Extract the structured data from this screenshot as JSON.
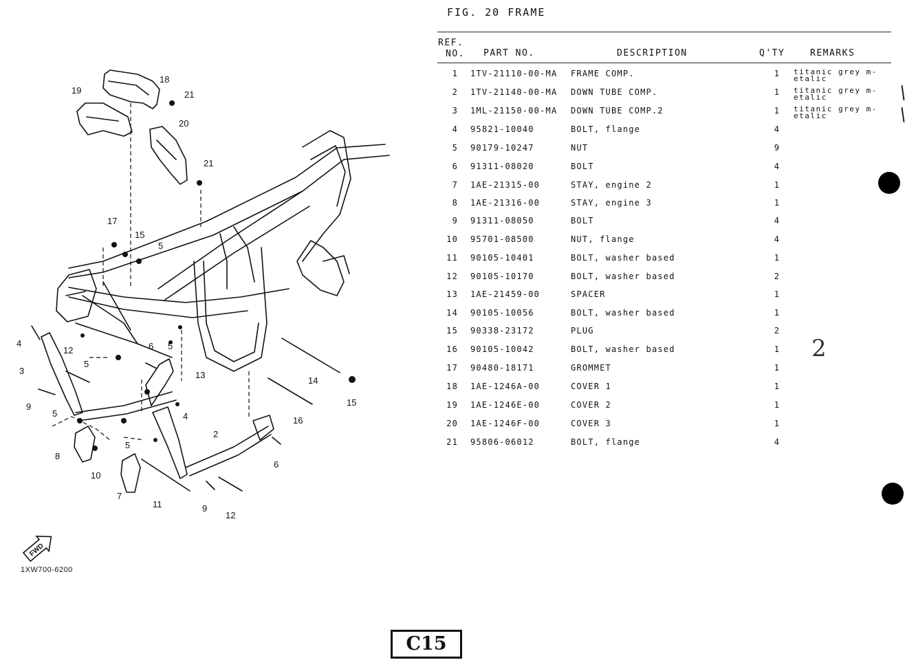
{
  "figure": {
    "title": "FIG. 20  FRAME",
    "diagram_code": "1XW700-6200",
    "fwd_label": "FWD"
  },
  "headers": {
    "ref_line1": "REF.",
    "ref_line2": "NO.",
    "part_no": "PART NO.",
    "description": "DESCRIPTION",
    "qty": "Q'TY",
    "remarks": "REMARKS"
  },
  "parts": [
    {
      "ref": "1",
      "part": "1TV-21110-00-MA",
      "desc": "FRAME COMP.",
      "qty": "1",
      "rem1": "titanic grey m-",
      "rem2": "etalic"
    },
    {
      "ref": "2",
      "part": "1TV-21140-00-MA",
      "desc": "DOWN TUBE COMP.",
      "qty": "1",
      "rem1": "titanic grey m-",
      "rem2": "etalic"
    },
    {
      "ref": "3",
      "part": "1ML-21150-00-MA",
      "desc": "DOWN TUBE COMP.2",
      "qty": "1",
      "rem1": "titanic grey m-",
      "rem2": "etalic"
    },
    {
      "ref": "4",
      "part": "95821-10040",
      "desc": "BOLT, flange",
      "qty": "4",
      "rem1": "",
      "rem2": ""
    },
    {
      "ref": "5",
      "part": "90179-10247",
      "desc": "NUT",
      "qty": "9",
      "rem1": "",
      "rem2": ""
    },
    {
      "ref": "6",
      "part": "91311-08020",
      "desc": "BOLT",
      "qty": "4",
      "rem1": "",
      "rem2": ""
    },
    {
      "ref": "7",
      "part": "1AE-21315-00",
      "desc": "STAY, engine 2",
      "qty": "1",
      "rem1": "",
      "rem2": ""
    },
    {
      "ref": "8",
      "part": "1AE-21316-00",
      "desc": "STAY, engine 3",
      "qty": "1",
      "rem1": "",
      "rem2": ""
    },
    {
      "ref": "9",
      "part": "91311-08050",
      "desc": "BOLT",
      "qty": "4",
      "rem1": "",
      "rem2": ""
    },
    {
      "ref": "10",
      "part": "95701-08500",
      "desc": "NUT, flange",
      "qty": "4",
      "rem1": "",
      "rem2": ""
    },
    {
      "ref": "11",
      "part": "90105-10401",
      "desc": "BOLT, washer based",
      "qty": "1",
      "rem1": "",
      "rem2": ""
    },
    {
      "ref": "12",
      "part": "90105-10170",
      "desc": "BOLT, washer based",
      "qty": "2",
      "rem1": "",
      "rem2": ""
    },
    {
      "ref": "13",
      "part": "1AE-21459-00",
      "desc": "SPACER",
      "qty": "1",
      "rem1": "",
      "rem2": ""
    },
    {
      "ref": "14",
      "part": "90105-10056",
      "desc": "BOLT, washer based",
      "qty": "1",
      "rem1": "",
      "rem2": ""
    },
    {
      "ref": "15",
      "part": "90338-23172",
      "desc": "PLUG",
      "qty": "2",
      "rem1": "",
      "rem2": ""
    },
    {
      "ref": "16",
      "part": "90105-10042",
      "desc": "BOLT, washer based",
      "qty": "1",
      "rem1": "",
      "rem2": ""
    },
    {
      "ref": "17",
      "part": "90480-18171",
      "desc": "GROMMET",
      "qty": "1",
      "rem1": "",
      "rem2": ""
    },
    {
      "ref": "18",
      "part": "1AE-1246A-00",
      "desc": "COVER 1",
      "qty": "1",
      "rem1": "",
      "rem2": ""
    },
    {
      "ref": "19",
      "part": "1AE-1246E-00",
      "desc": "COVER 2",
      "qty": "1",
      "rem1": "",
      "rem2": ""
    },
    {
      "ref": "20",
      "part": "1AE-1246F-00",
      "desc": "COVER 3",
      "qty": "1",
      "rem1": "",
      "rem2": ""
    },
    {
      "ref": "21",
      "part": "95806-06012",
      "desc": "BOLT, flange",
      "qty": "4",
      "rem1": "",
      "rem2": ""
    }
  ],
  "callouts": [
    "18",
    "19",
    "21",
    "20",
    "21",
    "17",
    "15",
    "5",
    "4",
    "12",
    "3",
    "5",
    "6",
    "5",
    "9",
    "13",
    "14",
    "15",
    "16",
    "5",
    "4",
    "5",
    "2",
    "8",
    "10",
    "6",
    "7",
    "11",
    "9",
    "12"
  ],
  "handwritten_note": "2",
  "page_label": "C15"
}
